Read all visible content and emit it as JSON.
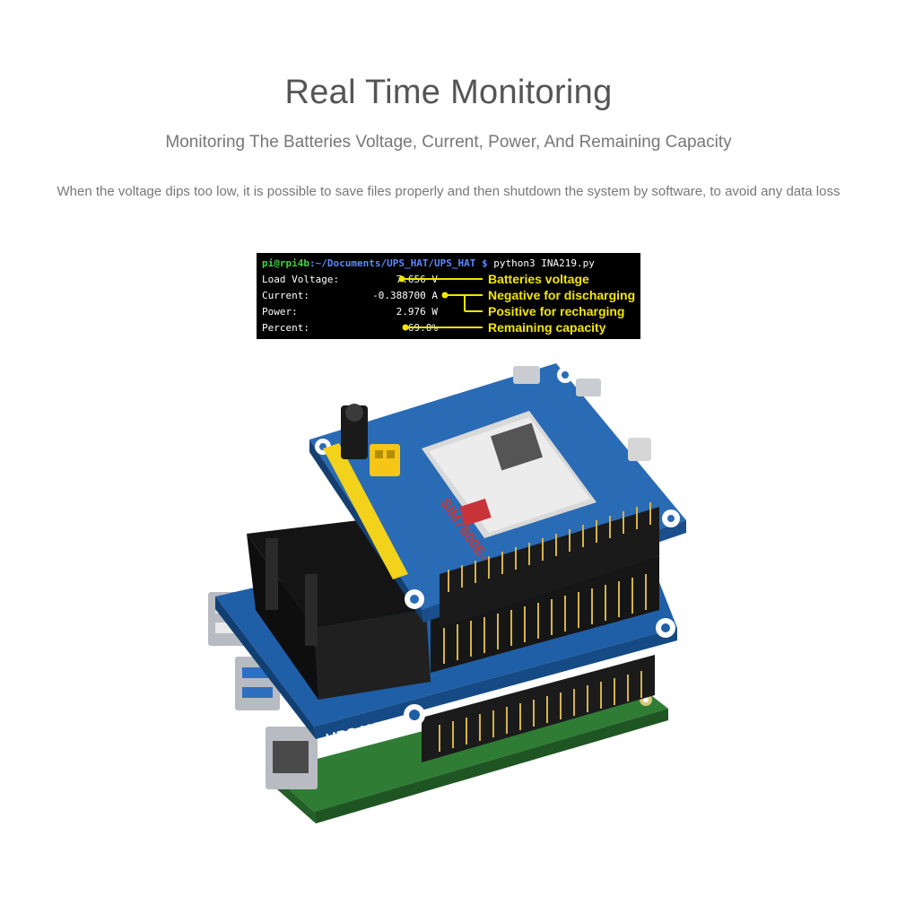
{
  "header": {
    "title": "Real Time Monitoring",
    "subtitle": "Monitoring The Batteries Voltage, Current, Power, And Remaining Capacity",
    "description": "When the voltage dips too low, it is possible to save files properly and then shutdown the system by software, to avoid any data loss"
  },
  "terminal": {
    "prompt_user": "pi@rpi4b",
    "prompt_path": ":~/Documents/UPS_HAT/UPS_HAT $",
    "command": " python3 INA219.py",
    "rows": [
      {
        "label": "Load Voltage:",
        "value": "7.656 V"
      },
      {
        "label": "Current:",
        "value": "-0.388700 A"
      },
      {
        "label": "Power:",
        "value": "2.976 W"
      },
      {
        "label": "Percent:",
        "value": "69.0%"
      }
    ],
    "annotations": [
      "Batteries voltage",
      "Negative for discharging",
      "Positive for recharging",
      "Remaining capacity"
    ],
    "annotation_color": "#f2e600"
  },
  "hardware": {
    "board_label": "UPS HAT",
    "module_label": "SIM7600E-H",
    "colors": {
      "pcb_blue": "#1f5fa8",
      "pi_green": "#3d8b3d",
      "header_black": "#1a1a1a",
      "pin_yellow": "#f2d21b",
      "gold": "#c9a227"
    }
  }
}
